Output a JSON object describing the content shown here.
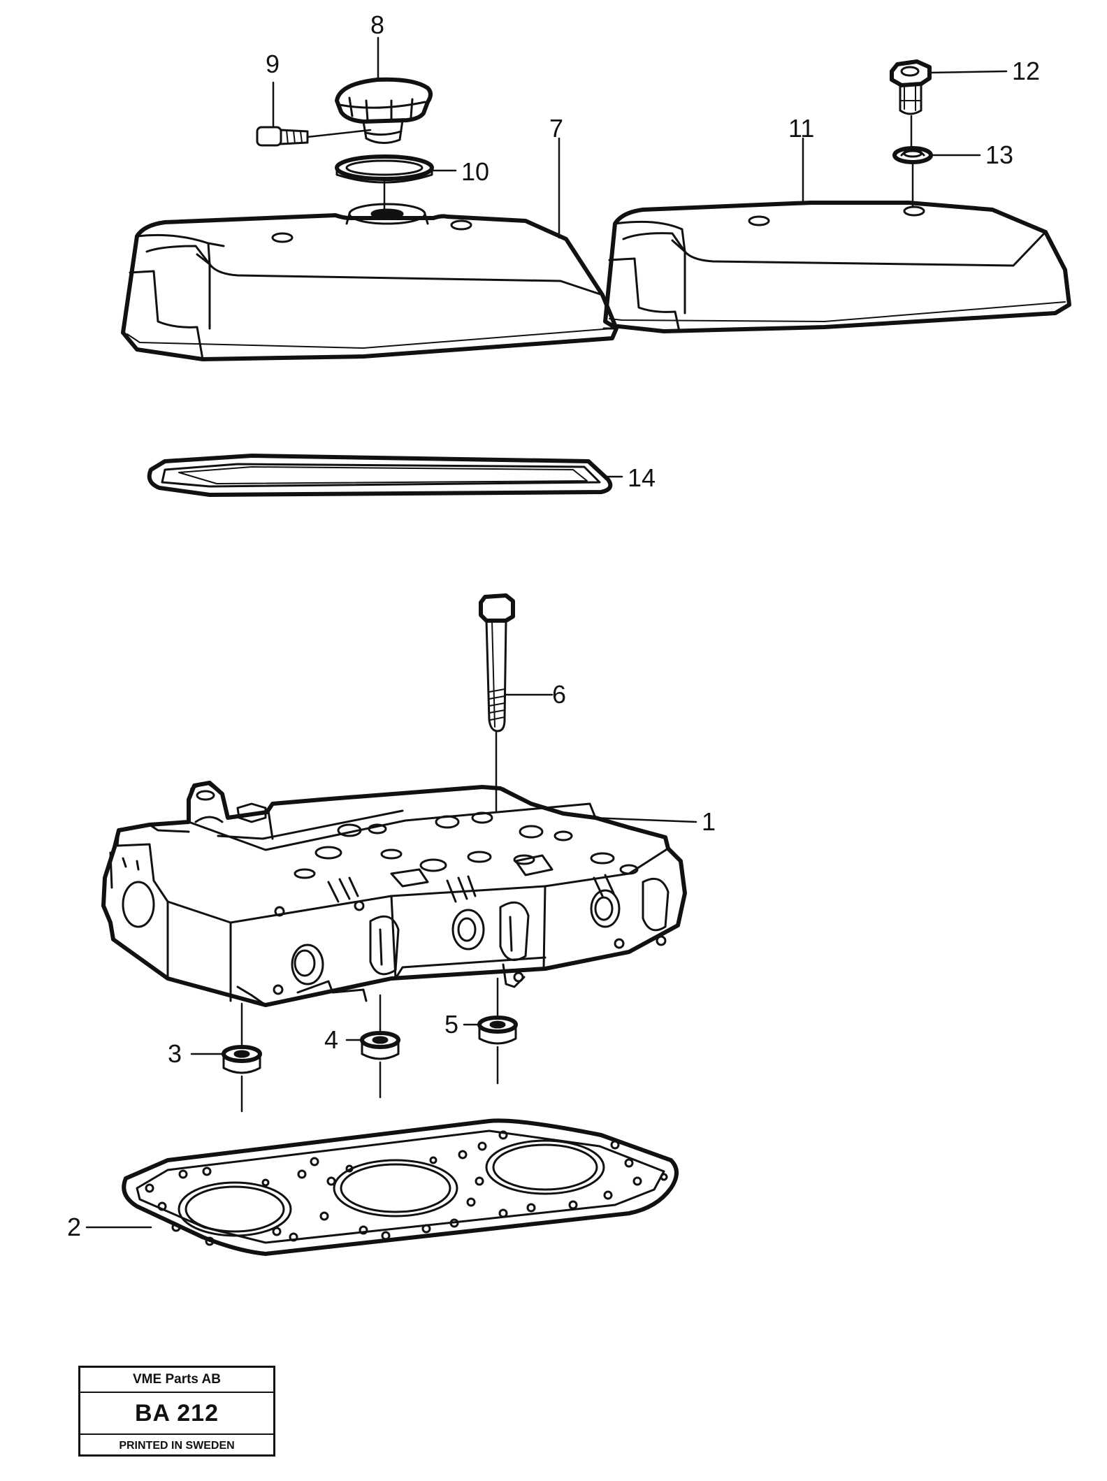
{
  "callouts": [
    {
      "id": "1",
      "label": "1"
    },
    {
      "id": "2",
      "label": "2"
    },
    {
      "id": "3",
      "label": "3"
    },
    {
      "id": "4",
      "label": "4"
    },
    {
      "id": "5",
      "label": "5"
    },
    {
      "id": "6",
      "label": "6"
    },
    {
      "id": "7",
      "label": "7"
    },
    {
      "id": "8",
      "label": "8"
    },
    {
      "id": "9",
      "label": "9"
    },
    {
      "id": "10",
      "label": "10"
    },
    {
      "id": "11",
      "label": "11"
    },
    {
      "id": "12",
      "label": "12"
    },
    {
      "id": "13",
      "label": "13"
    },
    {
      "id": "14",
      "label": "14"
    }
  ],
  "stamp": {
    "company": "VME Parts AB",
    "code": "BA 212",
    "printed": "PRINTED IN SWEDEN"
  }
}
